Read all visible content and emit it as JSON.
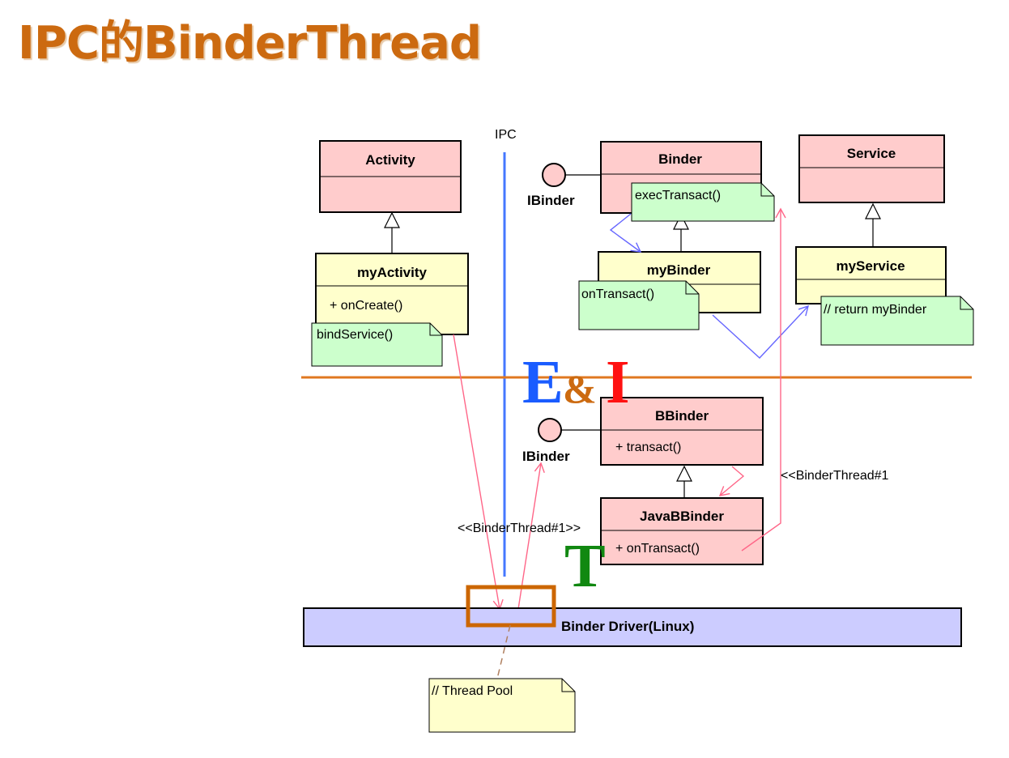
{
  "title": "IPC的BinderThread",
  "ipc_label": "IPC",
  "classes": {
    "activity": {
      "name": "Activity"
    },
    "my_activity": {
      "name": "myActivity",
      "member": "+ onCreate()"
    },
    "binder": {
      "name": "Binder"
    },
    "my_binder": {
      "name": "myBinder"
    },
    "service": {
      "name": "Service"
    },
    "my_service": {
      "name": "myService"
    },
    "bbinder": {
      "name": "BBinder",
      "member": "+ transact()"
    },
    "java_bbinder": {
      "name": "JavaBBinder",
      "member": "+ onTransact()"
    },
    "driver": {
      "name": "Binder Driver(Linux)"
    }
  },
  "interfaces": {
    "top": "IBinder",
    "bottom": "IBinder"
  },
  "notes": {
    "bind_service": "bindService()",
    "exec_transact": "execTransact()",
    "on_transact": "onTransact()",
    "return_binder": "// return myBinder",
    "thread_pool": "// Thread Pool"
  },
  "labels": {
    "thread_left": "<<BinderThread#1>>",
    "thread_right": "<<BinderThread#1"
  },
  "logo": {
    "ei_e": "E",
    "ei_amp": "&",
    "ei_i": "I",
    "t": "T"
  },
  "colors": {
    "title": "#cc6a10",
    "class_fill": "#ffcccc",
    "subclass_fill": "#ffffcc",
    "note_green": "#ccffcc",
    "note_yellow": "#ffffcc",
    "driver_fill": "#ccccff",
    "ipc_line": "#4477ff",
    "divider": "#e07820",
    "pink_arrow": "#ff6688",
    "blue_arrow": "#6666ff",
    "highlight_box": "#cc6600"
  }
}
